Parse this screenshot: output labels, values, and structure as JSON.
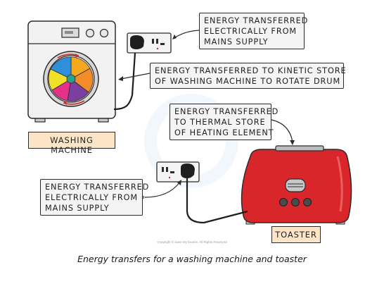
{
  "labels": {
    "washer_mains": [
      "ENERGY TRANSFERRED",
      "ELECTRICALLY FROM",
      "MAINS SUPPLY"
    ],
    "washer_kinetic": [
      "ENERGY TRANSFERRED TO KINETIC STORE",
      "OF WASHING MACHINE TO ROTATE DRUM"
    ],
    "toaster_thermal": [
      "ENERGY TRANSFERRED",
      "TO THERMAL STORE",
      "OF HEATING ELEMENT"
    ],
    "toaster_mains": [
      "ENERGY TRANSFERRED",
      "ELECTRICALLY FROM",
      "MAINS SUPPLY"
    ]
  },
  "names": {
    "washing_machine": "WASHING MACHINE",
    "toaster": "TOASTER"
  },
  "caption": "Energy transfers for a washing machine and toaster",
  "copyright": "Copyright © Save My Exams. All Rights Reserved",
  "colors": {
    "label_fill": "#f4f4f4",
    "name_fill": "#fce5c6",
    "toaster_red": "#d9262b",
    "machine_body": "#f2f2f2",
    "outline": "#2b2b2b"
  }
}
